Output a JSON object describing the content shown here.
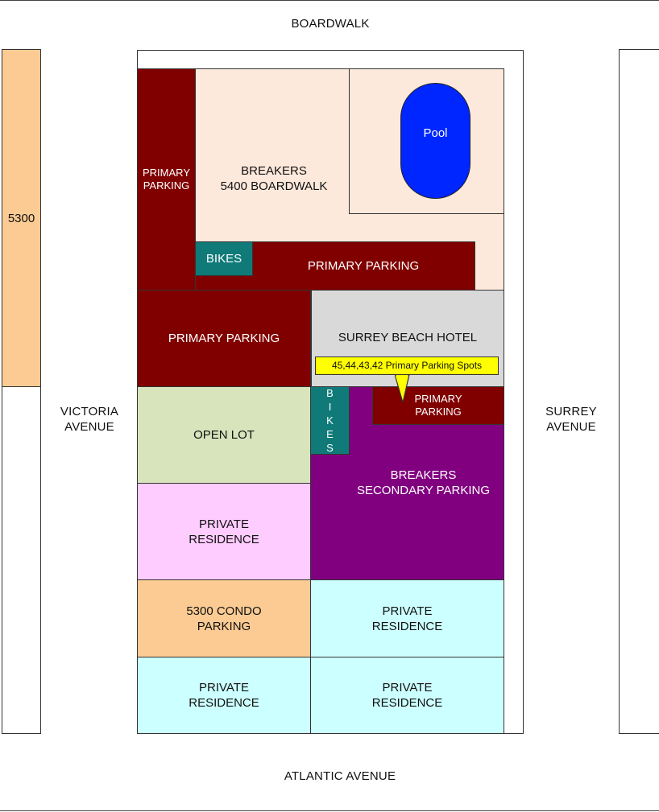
{
  "streets": {
    "top": "BOARDWALK",
    "bottom": "ATLANTIC AVENUE",
    "left": "VICTORIA\nAVENUE",
    "right": "SURREY\nAVENUE"
  },
  "left_strip": {
    "label": "5300"
  },
  "lots": {
    "primary_parking_vertical": "PRIMARY\nPARKING",
    "breakers": "BREAKERS\n5400 BOARDWALK",
    "pool": "Pool",
    "bikes_top": "BIKES",
    "primary_parking_strip": "PRIMARY PARKING",
    "primary_parking_mid": "PRIMARY PARKING",
    "surrey_beach_hotel": "SURREY BEACH HOTEL",
    "callout": "45,44,43,42 Primary Parking Spots",
    "primary_parking_small": "PRIMARY\nPARKING",
    "bikes_vertical": "BIKES",
    "open_lot": "OPEN LOT",
    "breakers_secondary": "BREAKERS\nSECONDARY PARKING",
    "private_residence_1": "PRIVATE\nRESIDENCE",
    "condo_parking": "5300 CONDO\nPARKING",
    "private_residence_2": "PRIVATE\nRESIDENCE",
    "private_residence_3": "PRIVATE\nRESIDENCE",
    "private_residence_4": "PRIVATE\nRESIDENCE"
  },
  "colors": {
    "primary_parking": "#800000",
    "bikes": "#0f7a78",
    "breakers": "#fde9dc",
    "pool": "#0026ff",
    "hotel": "#d9d9d9",
    "open_lot": "#d8e4bc",
    "secondary_parking": "#800080",
    "private_residence_pink": "#ffccff",
    "condo_parking": "#fbcb93",
    "private_residence_cyan": "#ccffff",
    "callout": "#ffff00"
  }
}
